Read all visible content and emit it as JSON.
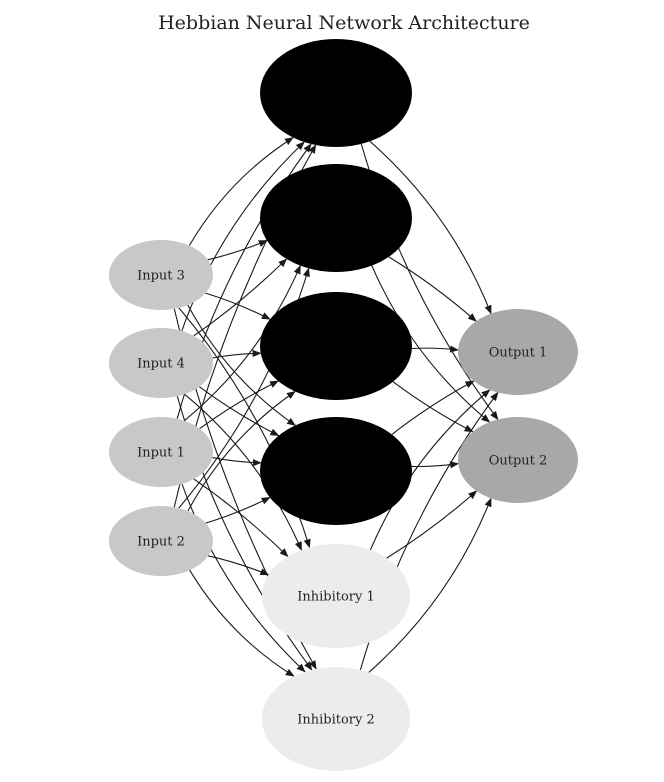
{
  "diagram": {
    "title": "Hebbian Neural Network Architecture",
    "colors": {
      "input": "#c8c8c8",
      "hidden": "#000000",
      "output": "#a8a8a8",
      "inhibitory": "#ececec",
      "edge": "#1a1a1a",
      "label": "#222222"
    },
    "nodes": [
      {
        "id": "input3",
        "label": "Input 3",
        "group": "input"
      },
      {
        "id": "input4",
        "label": "Input 4",
        "group": "input"
      },
      {
        "id": "input1",
        "label": "Input 1",
        "group": "input"
      },
      {
        "id": "input2",
        "label": "Input 2",
        "group": "input"
      },
      {
        "id": "hidden1",
        "label": "",
        "group": "hidden"
      },
      {
        "id": "hidden2",
        "label": "",
        "group": "hidden"
      },
      {
        "id": "hidden3",
        "label": "",
        "group": "hidden"
      },
      {
        "id": "hidden4",
        "label": "",
        "group": "hidden"
      },
      {
        "id": "inhibitory1",
        "label": "Inhibitory 1",
        "group": "inhibitory"
      },
      {
        "id": "inhibitory2",
        "label": "Inhibitory 2",
        "group": "inhibitory"
      },
      {
        "id": "output1",
        "label": "Output 1",
        "group": "output"
      },
      {
        "id": "output2",
        "label": "Output 2",
        "group": "output"
      }
    ],
    "edges": [
      {
        "from": "input3",
        "to": "hidden1"
      },
      {
        "from": "input3",
        "to": "hidden2"
      },
      {
        "from": "input3",
        "to": "hidden3"
      },
      {
        "from": "input3",
        "to": "hidden4"
      },
      {
        "from": "input3",
        "to": "inhibitory1"
      },
      {
        "from": "input3",
        "to": "inhibitory2"
      },
      {
        "from": "input4",
        "to": "hidden1"
      },
      {
        "from": "input4",
        "to": "hidden2"
      },
      {
        "from": "input4",
        "to": "hidden3"
      },
      {
        "from": "input4",
        "to": "hidden4"
      },
      {
        "from": "input4",
        "to": "inhibitory1"
      },
      {
        "from": "input4",
        "to": "inhibitory2"
      },
      {
        "from": "input1",
        "to": "hidden1"
      },
      {
        "from": "input1",
        "to": "hidden2"
      },
      {
        "from": "input1",
        "to": "hidden3"
      },
      {
        "from": "input1",
        "to": "hidden4"
      },
      {
        "from": "input1",
        "to": "inhibitory1"
      },
      {
        "from": "input1",
        "to": "inhibitory2"
      },
      {
        "from": "input2",
        "to": "hidden1"
      },
      {
        "from": "input2",
        "to": "hidden2"
      },
      {
        "from": "input2",
        "to": "hidden3"
      },
      {
        "from": "input2",
        "to": "hidden4"
      },
      {
        "from": "input2",
        "to": "inhibitory1"
      },
      {
        "from": "input2",
        "to": "inhibitory2"
      },
      {
        "from": "hidden1",
        "to": "output1"
      },
      {
        "from": "hidden1",
        "to": "output2"
      },
      {
        "from": "hidden2",
        "to": "output1"
      },
      {
        "from": "hidden2",
        "to": "output2"
      },
      {
        "from": "hidden3",
        "to": "output1"
      },
      {
        "from": "hidden3",
        "to": "output2"
      },
      {
        "from": "hidden4",
        "to": "output1"
      },
      {
        "from": "hidden4",
        "to": "output2"
      },
      {
        "from": "inhibitory1",
        "to": "output1"
      },
      {
        "from": "inhibitory1",
        "to": "output2"
      },
      {
        "from": "inhibitory2",
        "to": "output1"
      },
      {
        "from": "inhibitory2",
        "to": "output2"
      }
    ]
  }
}
